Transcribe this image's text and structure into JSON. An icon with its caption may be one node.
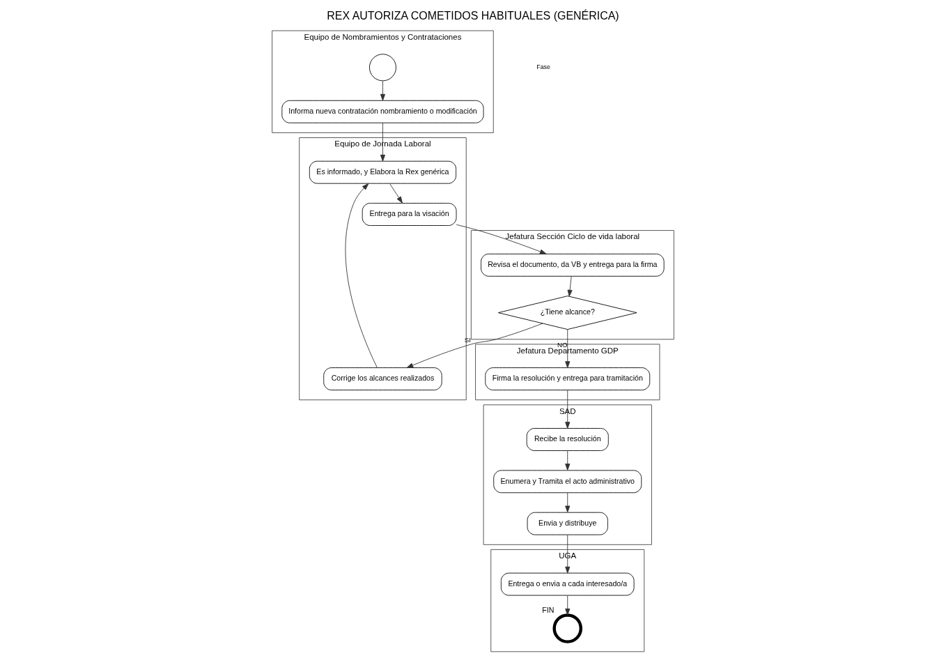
{
  "diagram": {
    "title": "REX AUTORIZA COMETIDOS HABITUALES (GENÉRICA)",
    "nodes": [
      {
        "text": [
          "Equipo de Nombramientos y Contrataciones"
        ]
      },
      {
        "text": [
          "Equipo de Jornada Laboral"
        ]
      },
      {
        "text": [
          "Jefatura Sección Ciclo de vida laboral"
        ]
      },
      {
        "text": [
          "Jefatura Departamento GDP"
        ]
      },
      {
        "text": [
          "SAD"
        ]
      },
      {
        "text": [
          "UGA"
        ]
      },
      {
        "text": [],
        "shape": "circle",
        "in": 0
      },
      {
        "text": [
          "Informa nueva contratación nombramiento o modificación"
        ],
        "in": 0
      },
      {
        "text": [
          "Corrige los alcances realizados"
        ],
        "in": 1
      },
      {
        "text": [
          "Es informado, y Elabora la Rex genérica"
        ],
        "in": 1
      },
      {
        "text": [
          "Entrega para la visación"
        ],
        "in": 1
      },
      {
        "text": [
          "¿Tiene alcance?"
        ],
        "in": 2
      },
      {
        "text": [
          "Revisa el documento, da VB y entrega para la firma"
        ],
        "in": 2
      },
      {
        "text": [
          "Firma la resolución y entrega para tramitación"
        ],
        "in": 3
      },
      {
        "text": [
          "Recibe la resolución"
        ],
        "in": 4
      },
      {
        "text": [
          "Enumera y Tramita el acto administrativo"
        ],
        "in": 4
      },
      {
        "text": [
          "Envia y distribuye"
        ],
        "in": 4
      },
      {
        "text": [
          "Entrega o envia a cada interesado/a"
        ],
        "in": 5
      },
      {
        "text": [],
        "shape": "circle",
        "in": 5,
        "beside": [
          "FIN"
        ]
      }
    ],
    "edges": [
      {
        "from": 6,
        "to": 7,
        "arrow": "to"
      },
      {
        "from": 7,
        "to": 9,
        "arrow": "to"
      },
      {
        "from": 8,
        "to": 9,
        "arrow": "to"
      },
      {
        "from": 9,
        "to": 10,
        "arrow": "to"
      },
      {
        "from": 10,
        "to": 12,
        "arrow": "to"
      },
      {
        "from": 12,
        "to": 11,
        "arrow": "to"
      },
      {
        "from": 11,
        "to": 8,
        "label": "SI",
        "arrow": "to"
      },
      {
        "from": 11,
        "to": 13,
        "label": "NO",
        "arrow": "to"
      },
      {
        "from": 13,
        "to": 14,
        "arrow": "to"
      },
      {
        "from": 14,
        "to": 15,
        "arrow": "to"
      },
      {
        "from": 15,
        "to": 16,
        "arrow": "to"
      },
      {
        "from": 16,
        "to": 17,
        "arrow": "to"
      },
      {
        "from": 17,
        "to": 18,
        "arrow": "to"
      }
    ],
    "labels": [
      "Fase"
    ]
  }
}
